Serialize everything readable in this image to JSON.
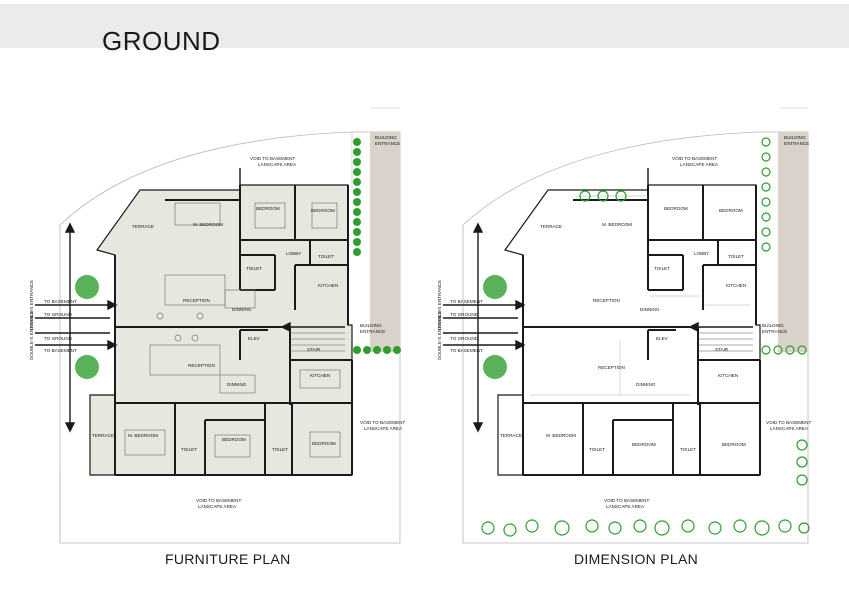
{
  "header": {
    "title": "GROUND",
    "background": "#ebebeb"
  },
  "captions": {
    "left": "FURNITURE PLAN",
    "right": "DIMENSION PLAN"
  },
  "colors": {
    "fill": "#e6e8df",
    "wall": "#1a1a1a",
    "tree": "#2f9e2f",
    "road": "#d9d2ca"
  },
  "labels": {
    "void_top": "VOID TO BASEMENT",
    "landscape": "LANSCAPE AREA",
    "terrace": "TERRACE",
    "m_bedroom": "M. BEDROOM",
    "bedroom": "BEDROOM",
    "toilet": "TOILET",
    "lobby": "LOBBY",
    "kitchen": "KITCHEN",
    "reception": "RECEPTION",
    "dinning": "DINNING",
    "elev": "ELEV",
    "stair": "STAIR",
    "building": "BUILDING",
    "entrance": "ENTRANCE",
    "to_basement": "TO BASEMENT",
    "to_ground": "TO GROUND",
    "double_entrance": "DOUBLE-S ENTRANCE",
    "void_side": "VOID TO BASEMENT",
    "void_bottom": "VOID TO BASEMENT"
  }
}
